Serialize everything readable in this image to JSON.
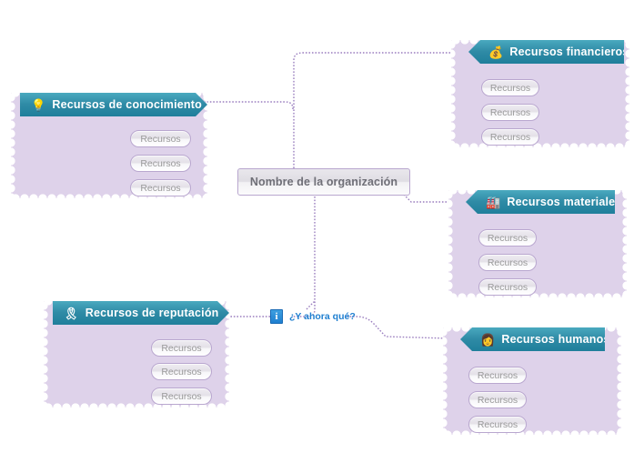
{
  "canvas": {
    "background": "#ffffff",
    "panel_fill": "#ded2ea",
    "ribbon_color": "#2f8ba6",
    "connector_color": "#9b7fbf",
    "accent_blue": "#1f7fd0"
  },
  "central_node": {
    "label": "Nombre de la organización"
  },
  "info_node": {
    "icon": "info-icon",
    "icon_glyph": "i",
    "label": "¿Y ahora qué?"
  },
  "branches": [
    {
      "id": "conocimiento",
      "title": "Recursos de conocimiento",
      "icon": "lightbulb-icon",
      "icon_glyph": "💡",
      "side": "left",
      "children": [
        {
          "label": "Recursos"
        },
        {
          "label": "Recursos"
        },
        {
          "label": "Recursos"
        }
      ]
    },
    {
      "id": "reputacion",
      "title": "Recursos de reputación",
      "icon": "ribbon-award-icon",
      "icon_glyph": "🎗",
      "side": "left",
      "children": [
        {
          "label": "Recursos"
        },
        {
          "label": "Recursos"
        },
        {
          "label": "Recursos"
        }
      ]
    },
    {
      "id": "financieros",
      "title": "Recursos financieros",
      "icon": "money-bag-icon",
      "icon_glyph": "💰",
      "side": "right",
      "children": [
        {
          "label": "Recursos"
        },
        {
          "label": "Recursos"
        },
        {
          "label": "Recursos"
        }
      ]
    },
    {
      "id": "materiales",
      "title": "Recursos materiales",
      "icon": "factory-building-icon",
      "icon_glyph": "🏭",
      "side": "right",
      "children": [
        {
          "label": "Recursos"
        },
        {
          "label": "Recursos"
        },
        {
          "label": "Recursos"
        }
      ]
    },
    {
      "id": "humanos",
      "title": "Recursos humanos",
      "icon": "person-icon",
      "icon_glyph": "👩",
      "side": "right",
      "children": [
        {
          "label": "Recursos"
        },
        {
          "label": "Recursos"
        },
        {
          "label": "Recursos"
        }
      ]
    }
  ]
}
